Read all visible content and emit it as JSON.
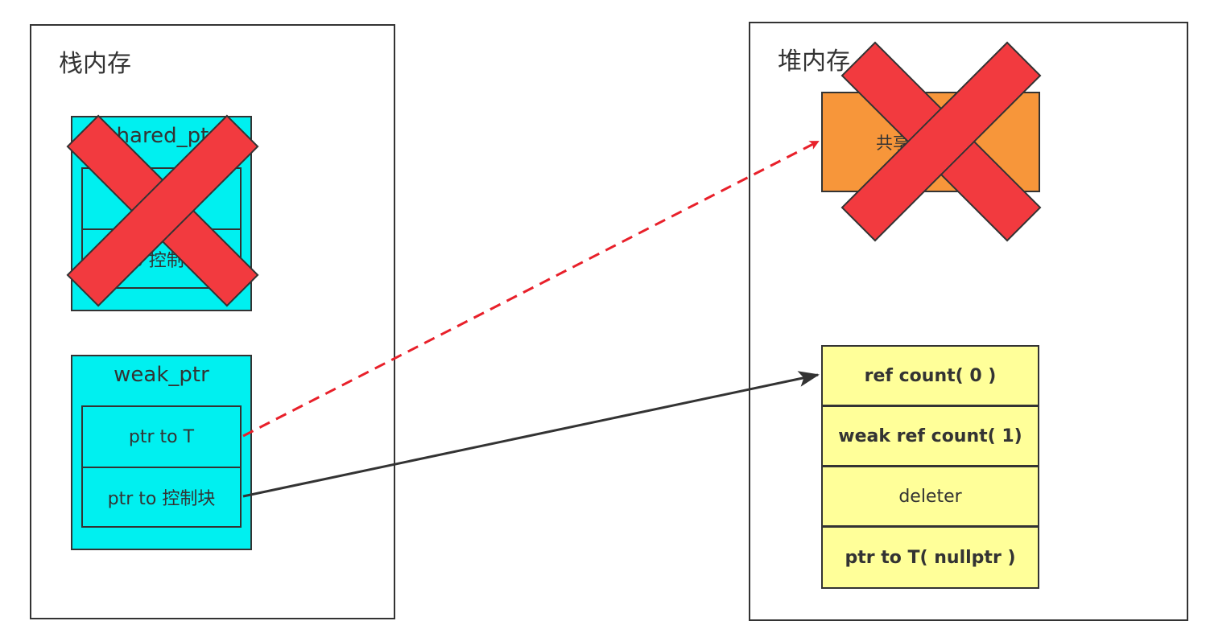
{
  "stack": {
    "title": "栈内存",
    "shared_ptr": {
      "title": "shared_ptr",
      "cell_ptr_to_control": "ptr to 控制块"
    },
    "weak_ptr": {
      "title": "weak_ptr",
      "cell_ptr_to_t": "ptr to T",
      "cell_ptr_to_control": "ptr to 控制块"
    }
  },
  "heap": {
    "title": "堆内存",
    "shared_object": {
      "label": "共享对象"
    },
    "control_block": [
      {
        "label": "ref count( 0 )",
        "bold": true
      },
      {
        "label": "weak ref count( 1)",
        "bold": true
      },
      {
        "label": "deleter",
        "bold": false
      },
      {
        "label": "ptr to T( nullptr )",
        "bold": true
      }
    ]
  },
  "colors": {
    "cyan": "#00f0f0",
    "orange": "#f7963a",
    "yellow": "#ffff99",
    "red_cross": "#f23a3f",
    "dashed_arrow": "#e8202a",
    "solid_arrow": "#333333"
  }
}
